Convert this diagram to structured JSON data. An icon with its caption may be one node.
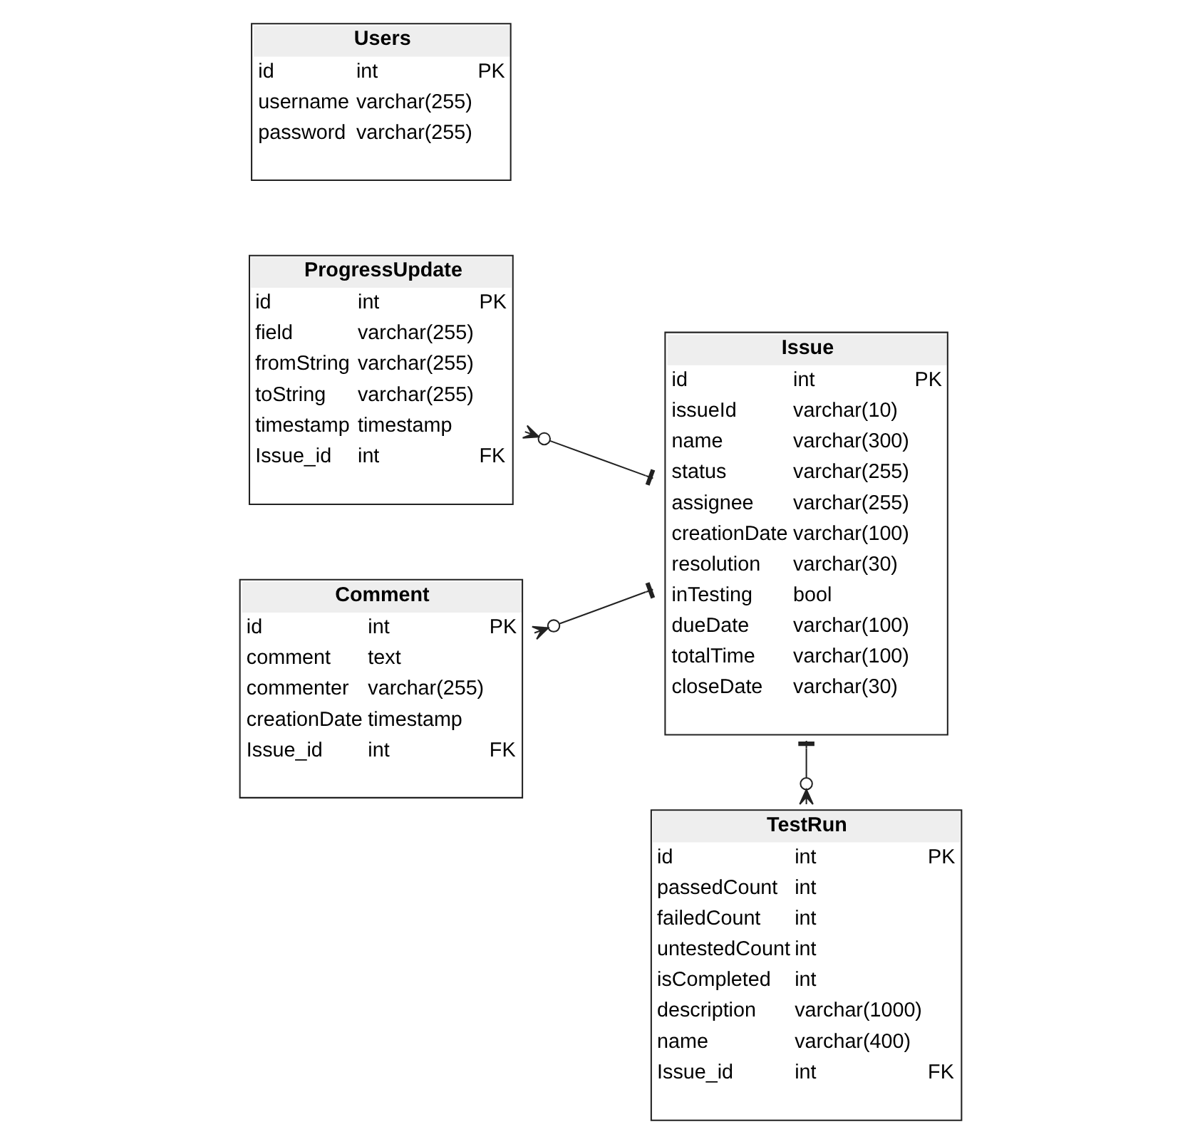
{
  "diagram": {
    "nodes": [
      {
        "text": [
          "ProgressUpdate",
          "id",
          "int",
          "PK",
          "field",
          "varchar(255)",
          "fromString",
          "varchar(255)",
          "toString",
          "varchar(255)",
          "timestamp",
          "timestamp",
          "Issue_id",
          "int",
          "FK"
        ]
      },
      {
        "text": [
          "Issue",
          "id",
          "int",
          "PK",
          "issueId",
          "varchar(10)",
          "name",
          "varchar(300)",
          "status",
          "varchar(255)",
          "assignee",
          "varchar(255)",
          "creationDate",
          "varchar(100)",
          "resolution",
          "varchar(30)",
          "inTesting",
          "bool",
          "dueDate",
          "varchar(100)",
          "totalTime",
          "varchar(100)",
          "closeDate",
          "varchar(30)"
        ]
      },
      {
        "text": [
          "Comment",
          "id",
          "int",
          "PK",
          "comment",
          "text",
          "commenter",
          "varchar(255)",
          "creationDate",
          "timestamp",
          "Issue_id",
          "int",
          "FK"
        ]
      },
      {
        "text": [
          "TestRun",
          "id",
          "int",
          "PK",
          "passedCount",
          "int",
          "failedCount",
          "int",
          "untestedCount",
          "int",
          "isCompleted",
          "int",
          "description",
          "varchar(1000)",
          "name",
          "varchar(400)",
          "Issue_id",
          "int",
          "FK"
        ]
      },
      {
        "text": [
          "Users",
          "id",
          "int",
          "PK",
          "username",
          "varchar(255)",
          "password",
          "varchar(255)"
        ]
      }
    ],
    "edges": [
      {
        "from": 0,
        "to": 1,
        "arrow": "other"
      },
      {
        "from": 2,
        "to": 1,
        "arrow": "other"
      },
      {
        "from": 3,
        "to": 1,
        "arrow": "other"
      }
    ]
  }
}
